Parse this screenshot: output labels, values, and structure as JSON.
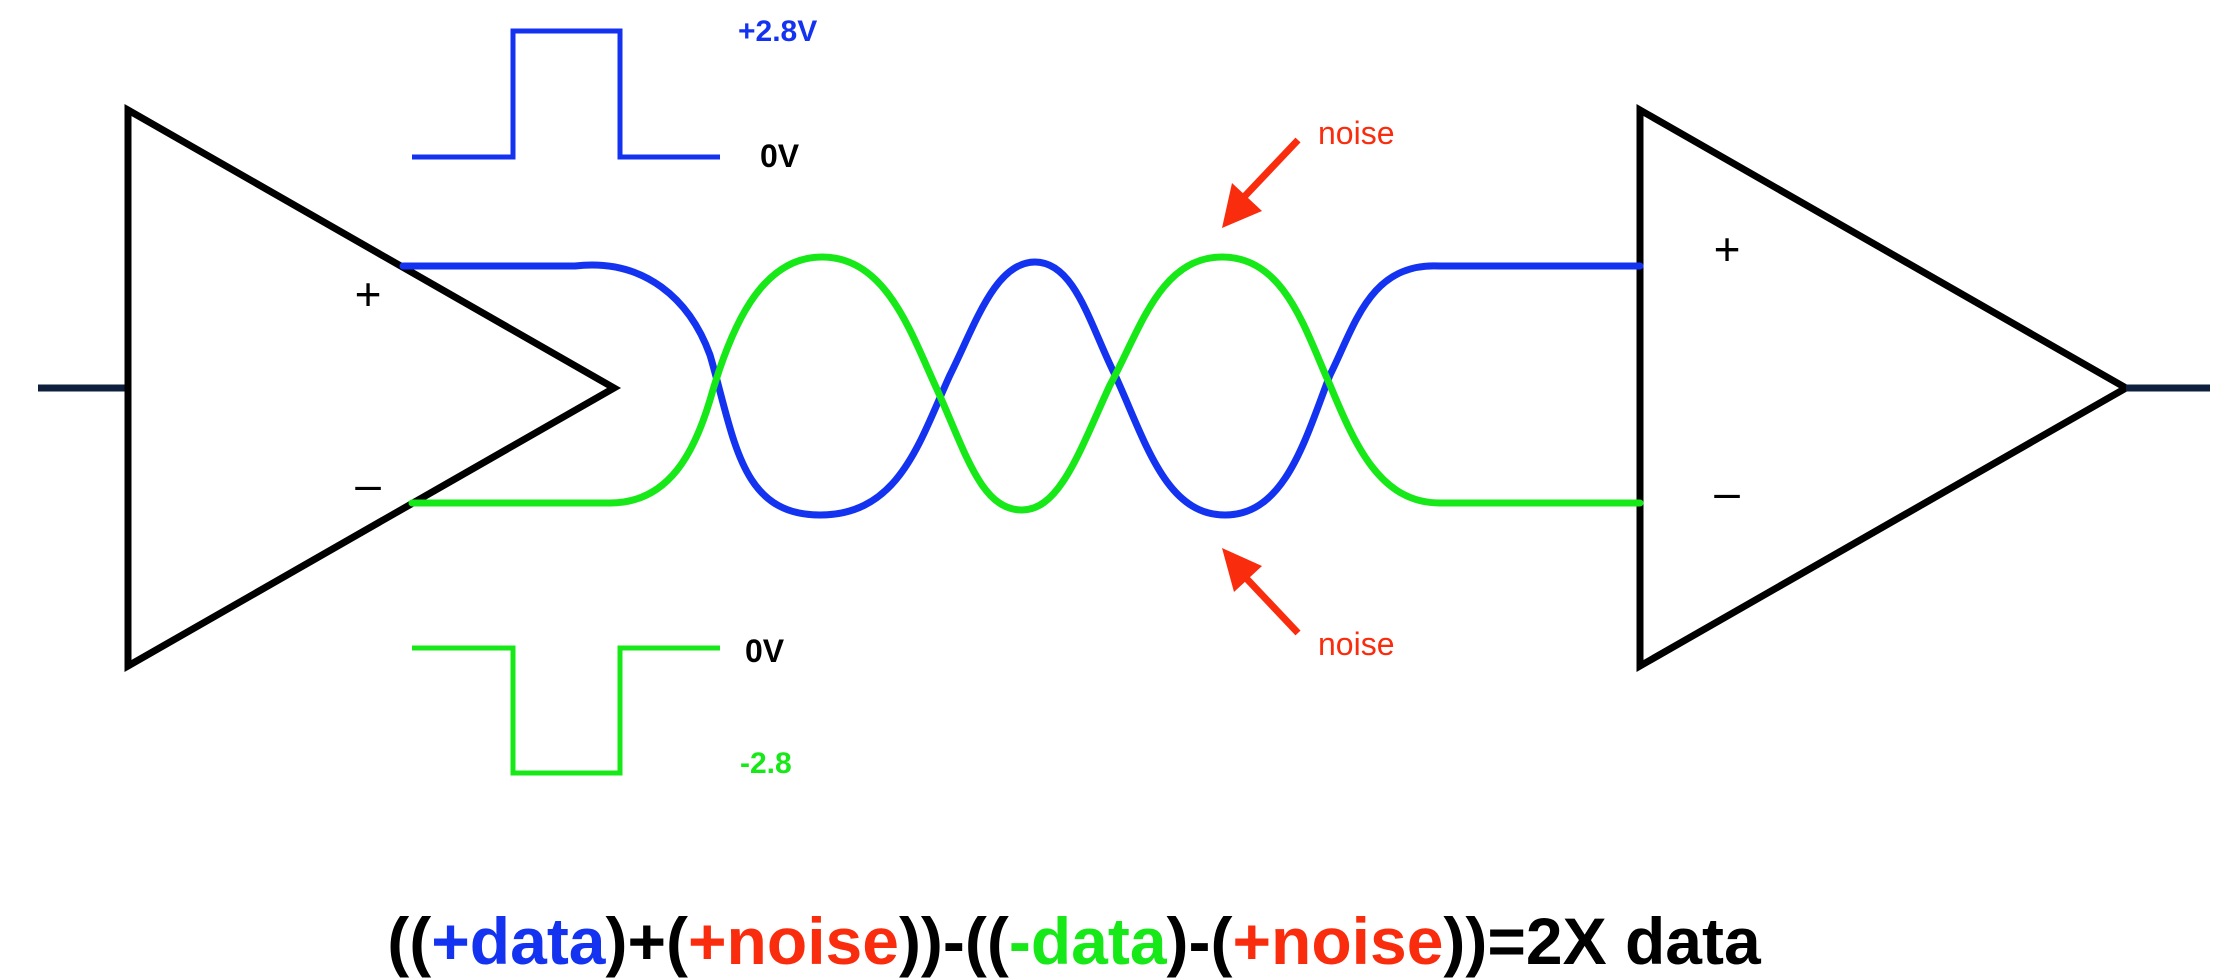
{
  "colors": {
    "positive": "#1433f0",
    "negative": "#17e817",
    "noise": "#fa2c0e",
    "outline": "#000000",
    "io_line": "#0d1f3c"
  },
  "driver": {
    "plus_label": "+",
    "minus_label": "–"
  },
  "receiver": {
    "plus_label": "+",
    "minus_label": "–"
  },
  "positive_pulse": {
    "high_label": "+2.8V",
    "low_label": "0V"
  },
  "negative_pulse": {
    "high_label": "0V",
    "low_label": "-2.8"
  },
  "noise_top": {
    "label": "noise",
    "icon": "arrow-down-left-icon"
  },
  "noise_bottom": {
    "label": "noise",
    "icon": "arrow-up-left-icon"
  },
  "equation": {
    "p1": "((",
    "t1": "+data",
    "p2": ")+(",
    "t2": "+noise",
    "p3": "))-((",
    "t3": "-data",
    "p4": ")-(",
    "t4": "+noise",
    "p5": "))=2X data"
  }
}
